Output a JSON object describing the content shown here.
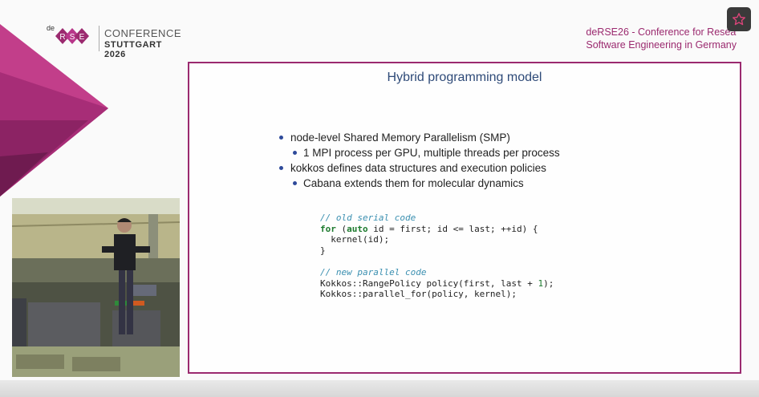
{
  "logo": {
    "brand_prefix": "de",
    "brand_letters": [
      "R",
      "S",
      "E"
    ],
    "line1": "CONFERENCE",
    "line2": "STUTTGART 2026"
  },
  "header": {
    "line1": "deRSE26 - Conference for Resea",
    "line2": "Software Engineering in Germany"
  },
  "favorite_button": {
    "icon": "star-outline-icon"
  },
  "slide": {
    "title": "Hybrid programming model",
    "bullets": [
      {
        "level": 1,
        "text": "node-level Shared Memory Parallelism (SMP)"
      },
      {
        "level": 2,
        "text": "1 MPI process per GPU, multiple threads per process"
      },
      {
        "level": 1,
        "text": "kokkos defines data structures and execution policies"
      },
      {
        "level": 2,
        "text": "Cabana extends them for molecular dynamics"
      }
    ],
    "code": {
      "comment1": "// old serial code",
      "for_kw": "for",
      "paren_open": " (",
      "auto_kw": "auto",
      "for_rest": " id = first; id <= last; ++id) {",
      "body": "  kernel(id);",
      "close": "}",
      "comment2": "// new parallel code",
      "policy_pre": "Kokkos::RangePolicy policy(first, last + ",
      "policy_num": "1",
      "policy_post": ");",
      "pfor": "Kokkos::parallel_for(policy, kernel);"
    }
  },
  "colors": {
    "brand": "#9b2a6f",
    "title": "#2e4a78",
    "comment": "#3a8fb0",
    "keyword": "#1d7a2e"
  }
}
